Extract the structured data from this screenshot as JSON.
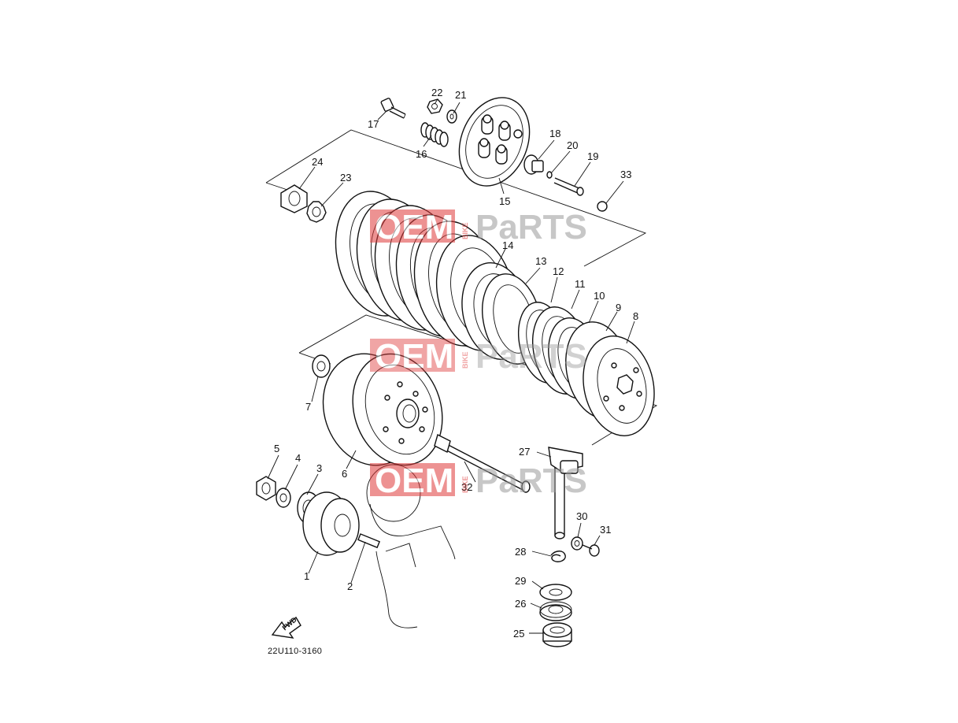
{
  "diagram": {
    "code": "22U110-3160",
    "direction_label": "FWD",
    "watermark": {
      "brand_left": "OEM",
      "brand_right": "PaRTS",
      "vertical_text": "BIKE",
      "color": "#e03a3a"
    },
    "callouts": {
      "c1": "1",
      "c2": "2",
      "c3": "3",
      "c4": "4",
      "c5": "5",
      "c6": "6",
      "c7": "7",
      "c8": "8",
      "c9": "9",
      "c10": "10",
      "c11": "11",
      "c12": "12",
      "c13": "13",
      "c14": "14",
      "c15": "15",
      "c16": "16",
      "c17": "17",
      "c18": "18",
      "c19": "19",
      "c20": "20",
      "c21": "21",
      "c22": "22",
      "c23": "23",
      "c24": "24",
      "c25": "25",
      "c26": "26",
      "c27": "27",
      "c28": "28",
      "c29": "29",
      "c30": "30",
      "c31": "31",
      "c32": "32",
      "c33": "33"
    }
  }
}
